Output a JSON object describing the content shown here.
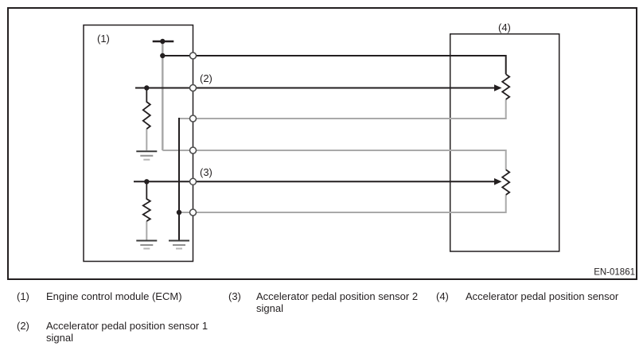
{
  "diagram": {
    "figure_code": "EN-01861",
    "part_labels": {
      "ecm": "(1)",
      "signal1": "(2)",
      "signal2": "(3)",
      "sensor": "(4)"
    },
    "colors": {
      "line_black": "#231f20",
      "wire_gray": "#a9a9a9",
      "background": "#ffffff"
    }
  },
  "legend": {
    "items": [
      {
        "number": "(1)",
        "label": "Engine control module (ECM)"
      },
      {
        "number": "(2)",
        "label": "Accelerator pedal position sensor 1 signal"
      },
      {
        "number": "(3)",
        "label": "Accelerator pedal position sensor 2 signal"
      },
      {
        "number": "(4)",
        "label": "Accelerator pedal position sensor"
      }
    ]
  }
}
